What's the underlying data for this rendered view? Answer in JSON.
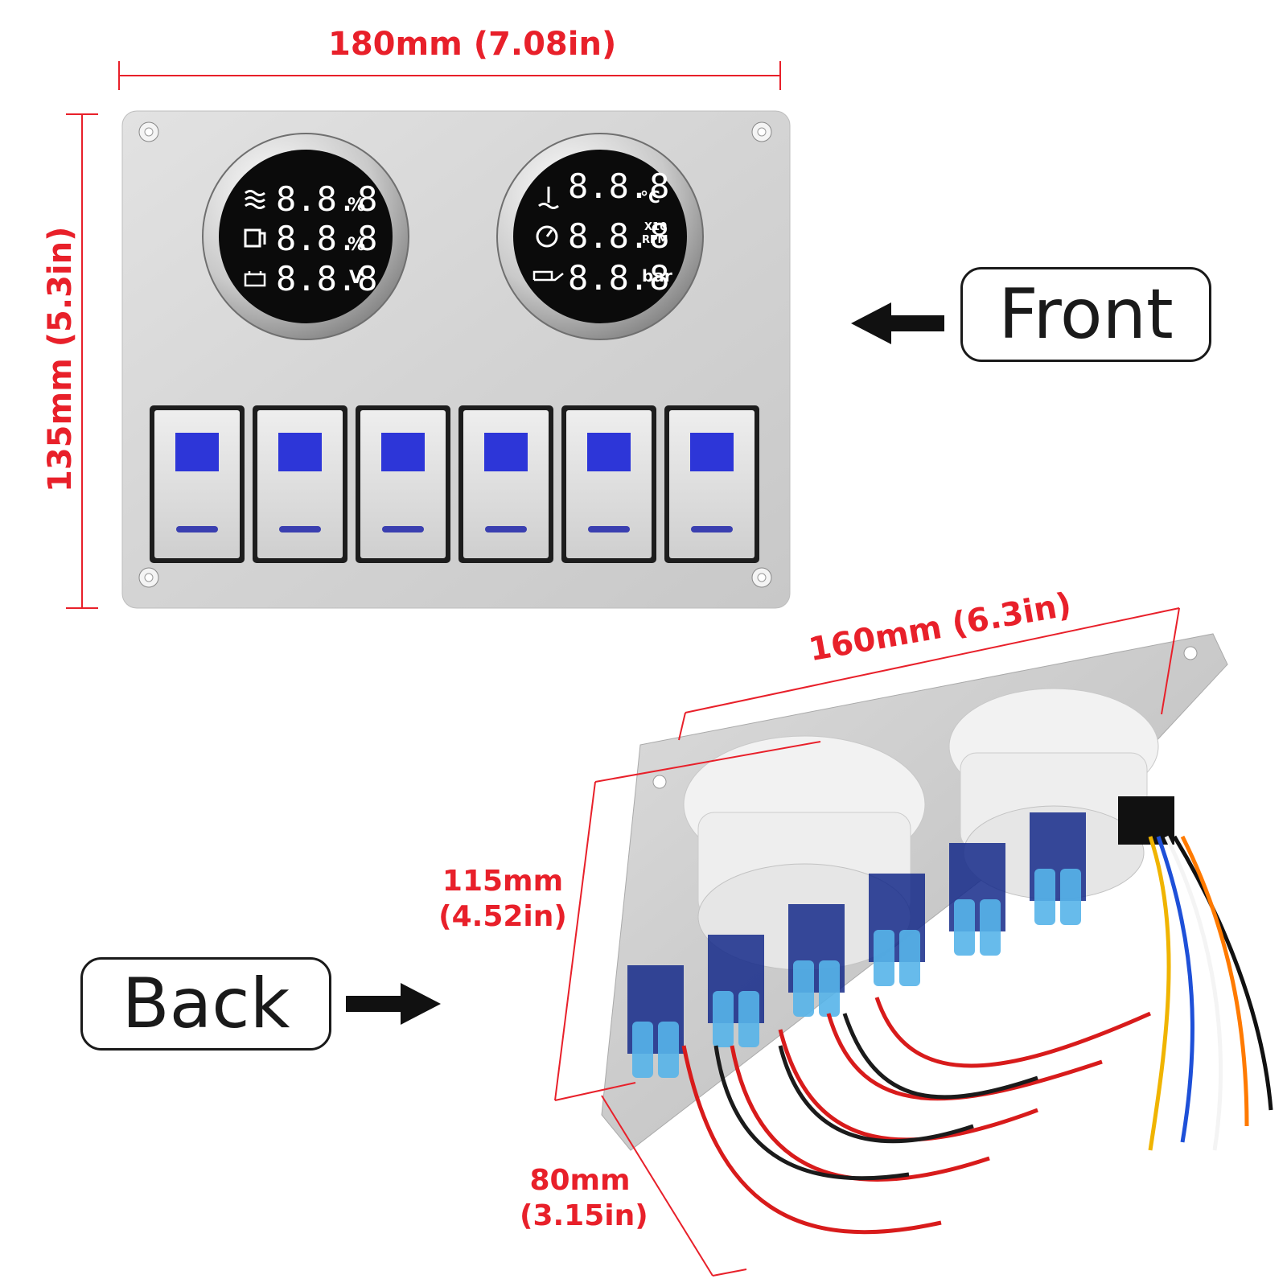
{
  "dimensions": {
    "front_width": "180mm (7.08in)",
    "front_height": "135mm (5.3in)",
    "back_width": "160mm (6.3in)",
    "back_height_mm": "115mm",
    "back_height_in": "(4.52in)",
    "back_depth_mm": "80mm",
    "back_depth_in": "(3.15in)"
  },
  "labels": {
    "front": "Front",
    "back": "Back"
  },
  "gauge_left": {
    "readouts": [
      "8.8.8",
      "8.8.8",
      "8.8.8"
    ],
    "units": [
      "%",
      "%",
      "V"
    ],
    "icons": [
      "water-level-icon",
      "fuel-tank-icon",
      "battery-icon"
    ]
  },
  "gauge_right": {
    "readouts": [
      "8.8.8",
      "8.8.8",
      "8.8.8"
    ],
    "units": [
      "°C",
      "X10",
      "RPM",
      "bar"
    ],
    "icons": [
      "coolant-temp-icon",
      "tachometer-icon",
      "oil-can-icon"
    ]
  },
  "switch_count": 6,
  "colors": {
    "dimension": "#e8202a",
    "panel": "#d9d9d9",
    "switch_led": "#2d36d8",
    "text": "#1a1a1a"
  }
}
